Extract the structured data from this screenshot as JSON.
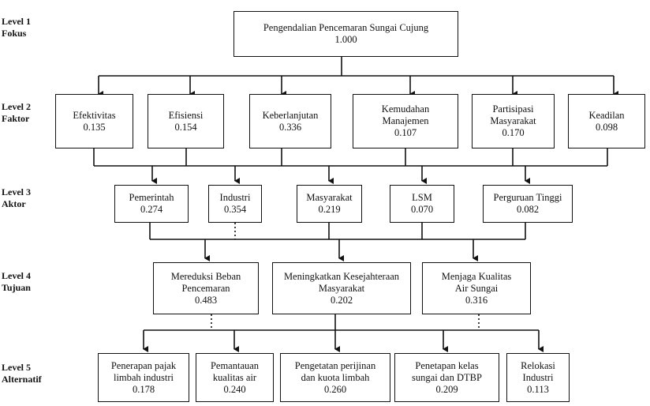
{
  "levels": [
    {
      "level": "Level 1",
      "name": "Fokus"
    },
    {
      "level": "Level 2",
      "name": "Faktor"
    },
    {
      "level": "Level 3",
      "name": "Aktor"
    },
    {
      "level": "Level 4",
      "name": "Tujuan"
    },
    {
      "level": "Level 5",
      "name": "Alternatif"
    }
  ],
  "focus": {
    "lines": [
      "Pengendalian Pencemaran Sungai Cujung"
    ],
    "value": "1.000"
  },
  "factors": [
    {
      "lines": [
        "Efektivitas"
      ],
      "value": "0.135"
    },
    {
      "lines": [
        "Efisiensi"
      ],
      "value": "0.154"
    },
    {
      "lines": [
        "Keberlanjutan"
      ],
      "value": "0.336"
    },
    {
      "lines": [
        "Kemudahan",
        "Manajemen"
      ],
      "value": "0.107"
    },
    {
      "lines": [
        "Partisipasi",
        "Masyarakat"
      ],
      "value": "0.170"
    },
    {
      "lines": [
        "Keadilan"
      ],
      "value": "0.098"
    }
  ],
  "actors": [
    {
      "lines": [
        "Pemerintah"
      ],
      "value": "0.274"
    },
    {
      "lines": [
        "Industri"
      ],
      "value": "0.354"
    },
    {
      "lines": [
        "Masyarakat"
      ],
      "value": "0.219"
    },
    {
      "lines": [
        "LSM"
      ],
      "value": "0.070"
    },
    {
      "lines": [
        "Perguruan Tinggi"
      ],
      "value": "0.082"
    }
  ],
  "goals": [
    {
      "lines": [
        "Mereduksi Beban",
        "Pencemaran"
      ],
      "value": "0.483"
    },
    {
      "lines": [
        "Meningkatkan Kesejahteraan",
        "Masyarakat"
      ],
      "value": "0.202"
    },
    {
      "lines": [
        "Menjaga Kualitas",
        "Air Sungai"
      ],
      "value": "0.316"
    }
  ],
  "alternatives": [
    {
      "lines": [
        "Penerapan pajak",
        "limbah industri"
      ],
      "value": "0.178"
    },
    {
      "lines": [
        "Pemantauan",
        "kualitas air"
      ],
      "value": "0.240"
    },
    {
      "lines": [
        "Pengetatan perijinan",
        "dan kuota limbah"
      ],
      "value": "0.260"
    },
    {
      "lines": [
        "Penetapan kelas",
        "sungai dan DTBP"
      ],
      "value": "0.209"
    },
    {
      "lines": [
        "Relokasi",
        "Industri"
      ],
      "value": "0.113"
    }
  ]
}
